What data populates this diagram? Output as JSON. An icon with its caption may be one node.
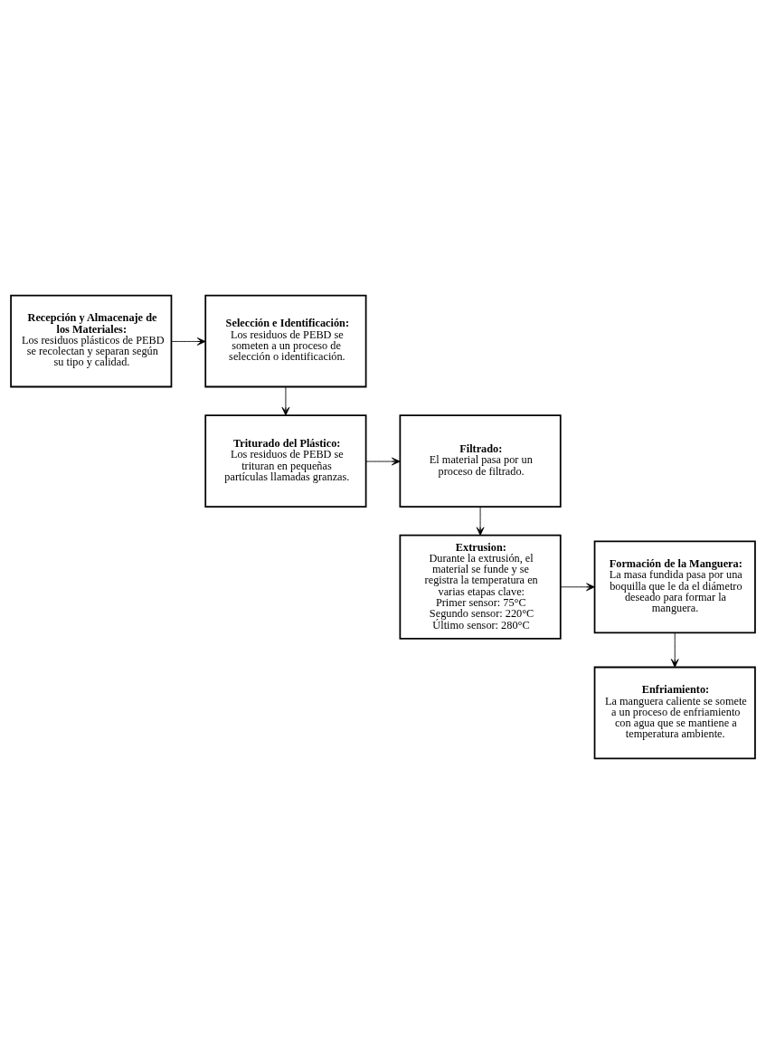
{
  "diagram": {
    "nodes": [
      {
        "text": [
          "Recepción y Almacenaje de los Materiales:",
          "Los residuos plásticos de PEBD se recolectan y separan según su tipo y calidad."
        ]
      },
      {
        "text": [
          "Selección e Identificación:",
          "Los residuos de PEBD se someten a un proceso de selección o identificación."
        ]
      },
      {
        "text": [
          "Triturado del Plástico:",
          "Los residuos de PEBD se trituran en pequeñas partículas llamadas granzas."
        ]
      },
      {
        "text": [
          "Filtrado:",
          "El material pasa por un proceso de filtrado."
        ]
      },
      {
        "text": [
          "Extrusion:",
          "Durante la extrusión, el material se funde y se registra la temperatura en varias etapas clave:",
          "Primer sensor: 75°C",
          "Segundo sensor: 220°C",
          "Último sensor: 280°C"
        ]
      },
      {
        "text": [
          "Formación de la Manguera:",
          "La masa fundida pasa por una boquilla que le da el diámetro deseado para formar la manguera."
        ]
      },
      {
        "text": [
          "Enfriamiento:",
          "La manguera caliente se somete a un proceso de enfriamiento con agua que se mantiene a temperatura ambiente."
        ]
      }
    ],
    "edges": [
      {
        "from": 0,
        "to": 1,
        "arrow": "to"
      },
      {
        "from": 1,
        "to": 2,
        "arrow": "to"
      },
      {
        "from": 2,
        "to": 3,
        "arrow": "to"
      },
      {
        "from": 3,
        "to": 4,
        "arrow": "to"
      },
      {
        "from": 4,
        "to": 5,
        "arrow": "to"
      },
      {
        "from": 5,
        "to": 6,
        "arrow": "to"
      }
    ]
  }
}
